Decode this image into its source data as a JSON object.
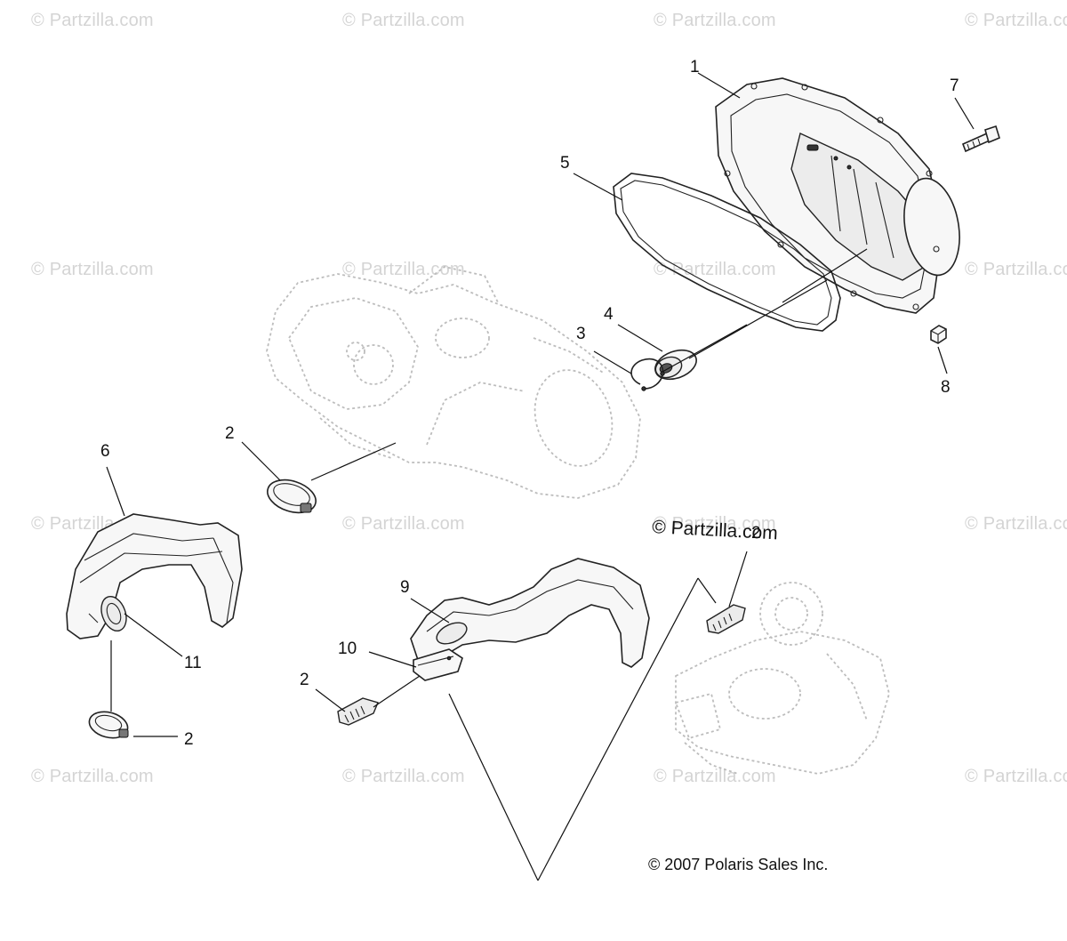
{
  "watermark": {
    "text": "© Partzilla.com",
    "count": 20
  },
  "callouts": {
    "cover": "1",
    "clamp_engine": "2",
    "clamp_left": "2",
    "clamp_duct": "2",
    "clamp_right": "2",
    "snap_ring": "3",
    "bearing": "4",
    "seal": "5",
    "inlet_duct": "6",
    "bolt": "7",
    "nut": "8",
    "outlet_duct": "9",
    "adapter": "10",
    "boot": "11"
  },
  "credits": {
    "brand_mark": "© Partzilla.com",
    "copyright": "© 2007 Polaris Sales Inc."
  },
  "colors": {
    "ink": "#111111",
    "ghost": "#bdbdbd",
    "watermark": "#d4d4d4"
  }
}
